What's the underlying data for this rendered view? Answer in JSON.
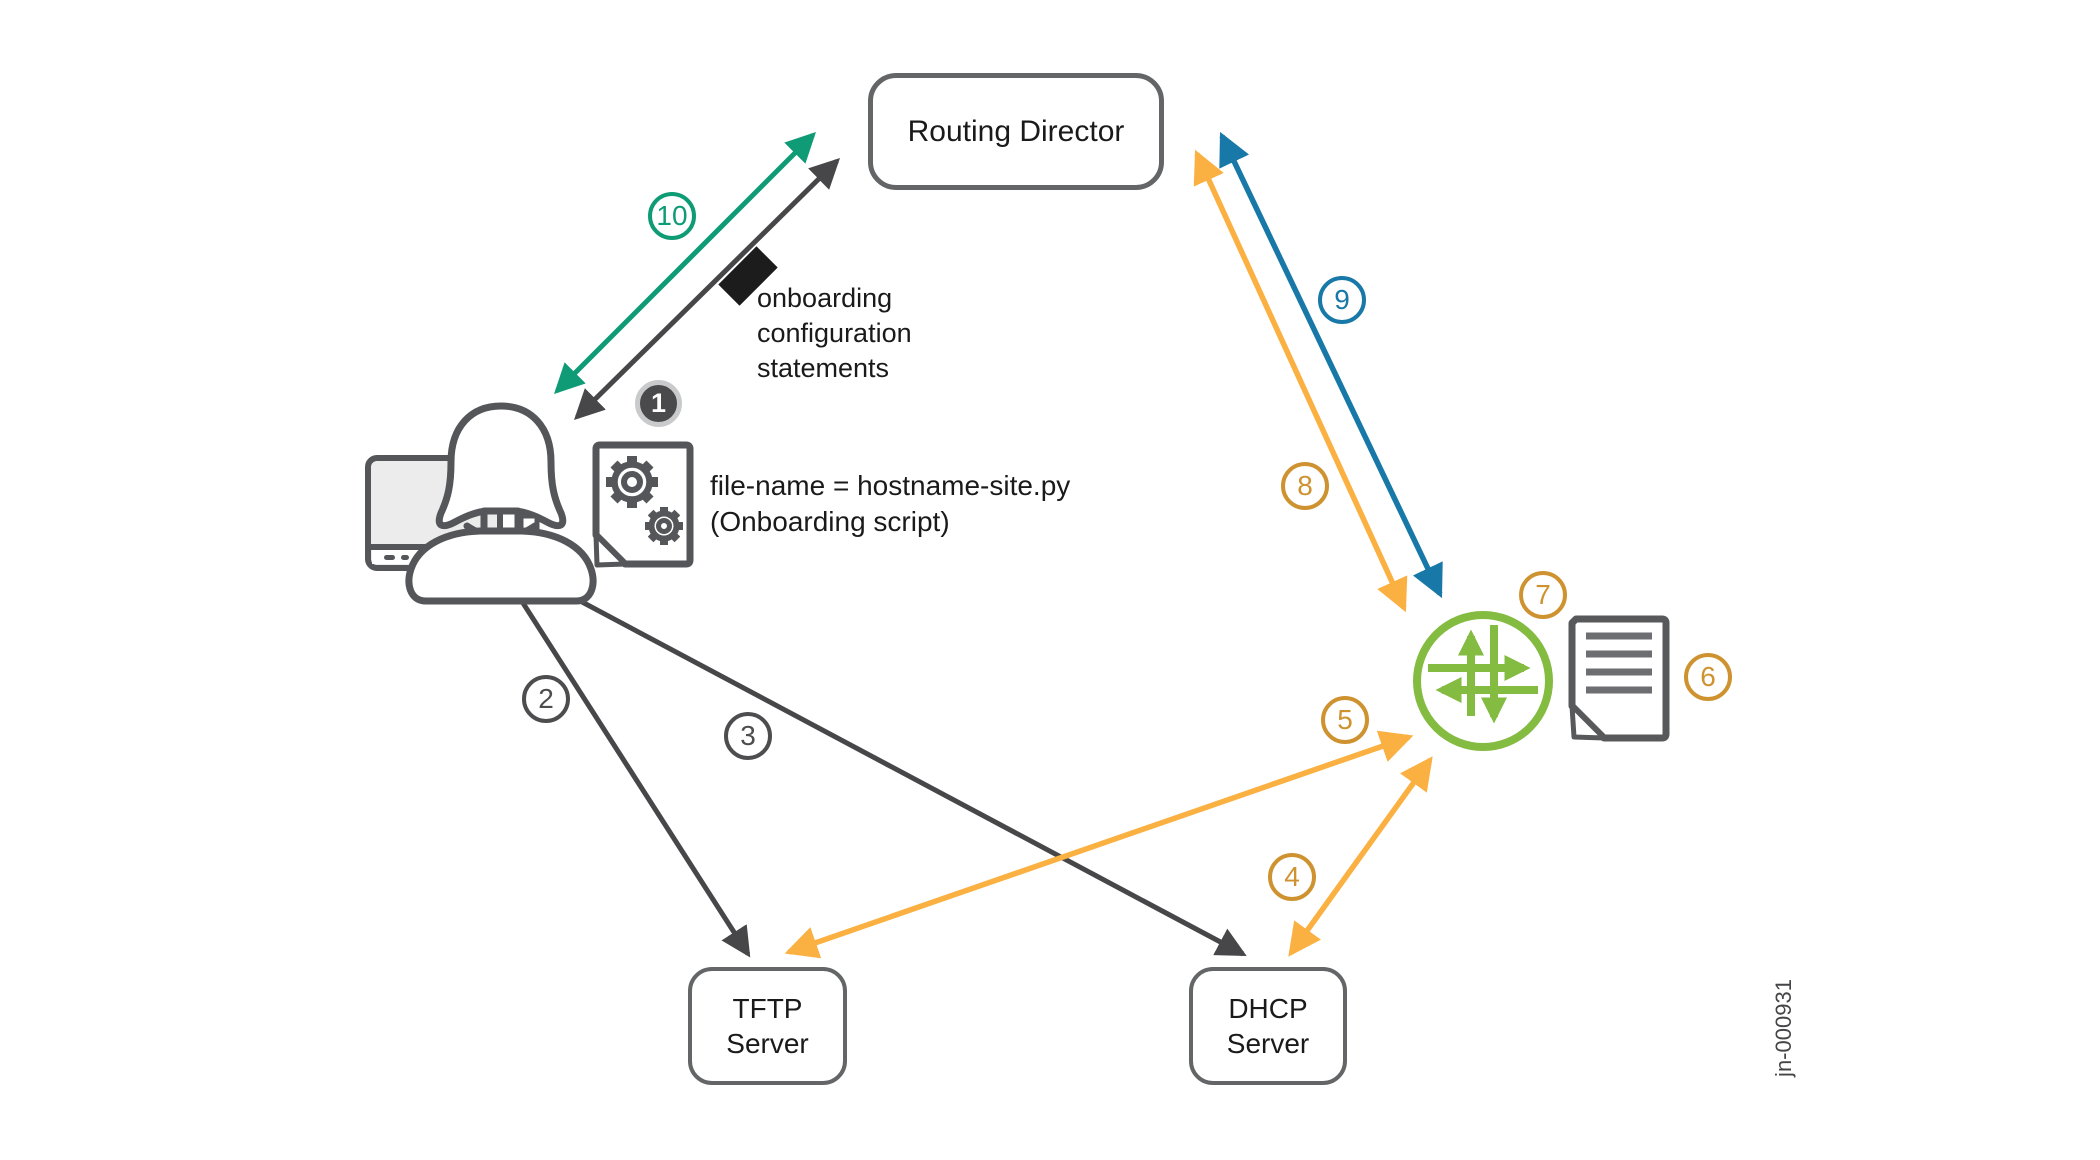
{
  "figure": {
    "background": "#ffffff",
    "figure_id": "jn-000931"
  },
  "colors": {
    "green_arrow": "#0e9b75",
    "blue_arrow": "#1878a8",
    "orange_arrow": "#fbb042",
    "gold_circle": "#ce9330",
    "dark_arrow": "#474749",
    "box_border": "#636567",
    "router_green": "#84bb41",
    "icon_gray": "#545659",
    "text": "#1a1a1a"
  },
  "nodes": {
    "routing_director": {
      "label": "Routing Director"
    },
    "tftp_server": {
      "label": "TFTP\nServer"
    },
    "dhcp_server": {
      "label": "DHCP\nServer"
    },
    "user": {
      "icon": "admin-user-at-computer"
    },
    "router": {
      "icon": "juniper-router"
    },
    "onboarding_script": {
      "icon": "script-document-with-gears"
    },
    "config_document": {
      "icon": "document-with-lines"
    }
  },
  "annotations": {
    "onboarding_config": "onboarding\nconfiguration\nstatements",
    "script_filename": "file-name = hostname-site.py\n(Onboarding script)"
  },
  "steps": [
    {
      "label": "1",
      "style": "dark-badge"
    },
    {
      "label": "2",
      "style": "dark-outline"
    },
    {
      "label": "3",
      "style": "dark-outline"
    },
    {
      "label": "4",
      "style": "gold-outline"
    },
    {
      "label": "5",
      "style": "gold-outline"
    },
    {
      "label": "6",
      "style": "gold-outline"
    },
    {
      "label": "7",
      "style": "gold-outline"
    },
    {
      "label": "8",
      "style": "gold-outline"
    },
    {
      "label": "9",
      "style": "blue-outline"
    },
    {
      "label": "10",
      "style": "green-outline"
    }
  ]
}
